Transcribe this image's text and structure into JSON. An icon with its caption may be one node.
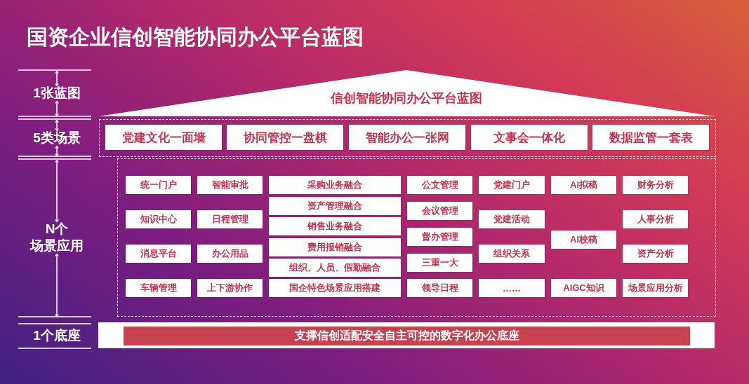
{
  "diagram": {
    "title": "国资企业信创智能协同办公平台蓝图",
    "nodes": [
      {
        "text": [
          "信创智能协同办公平台蓝图"
        ]
      },
      {
        "text": [],
        "shape": "box"
      },
      {
        "text": [
          "党建文化一面墙"
        ],
        "in": 1
      },
      {
        "text": [
          "协同管控一盘棋"
        ],
        "in": 1
      },
      {
        "text": [
          "智能办公一张网"
        ],
        "in": 1
      },
      {
        "text": [
          "文事会一体化"
        ],
        "in": 1
      },
      {
        "text": [
          "数据监管一套表"
        ],
        "in": 1
      },
      {
        "text": [],
        "shape": "box"
      },
      {
        "text": [
          "统一门户"
        ],
        "in": 7
      },
      {
        "text": [
          "知识中心"
        ],
        "in": 7
      },
      {
        "text": [
          "消息平台"
        ],
        "in": 7
      },
      {
        "text": [
          "车辆管理"
        ],
        "in": 7
      },
      {
        "text": [
          "智能审批"
        ],
        "in": 7
      },
      {
        "text": [
          "日程管理"
        ],
        "in": 7
      },
      {
        "text": [
          "办公用品"
        ],
        "in": 7
      },
      {
        "text": [
          "上下游协作"
        ],
        "in": 7
      },
      {
        "text": [
          "采购业务融合"
        ],
        "in": 7
      },
      {
        "text": [
          "资产管理融合"
        ],
        "in": 7
      },
      {
        "text": [
          "销售业务融合"
        ],
        "in": 7
      },
      {
        "text": [
          "费用报销融合"
        ],
        "in": 7
      },
      {
        "text": [
          "组织、人员、假勤融合"
        ],
        "in": 7
      },
      {
        "text": [
          "国企特色场景应用搭建"
        ],
        "in": 7
      },
      {
        "text": [
          "公文管理"
        ],
        "in": 7
      },
      {
        "text": [
          "会议管理"
        ],
        "in": 7
      },
      {
        "text": [
          "督办管理"
        ],
        "in": 7
      },
      {
        "text": [
          "三重一大"
        ],
        "in": 7
      },
      {
        "text": [
          "领导日程"
        ],
        "in": 7
      },
      {
        "text": [
          "党建门户"
        ],
        "in": 7
      },
      {
        "text": [
          "党建活动"
        ],
        "in": 7
      },
      {
        "text": [
          "组织关系"
        ],
        "in": 7
      },
      {
        "text": [
          "……"
        ],
        "in": 7
      },
      {
        "text": [
          "AI拟稿"
        ],
        "in": 7
      },
      {
        "text": [
          "AI校稿"
        ],
        "in": 7
      },
      {
        "text": [
          "AIGC知识"
        ],
        "in": 7
      },
      {
        "text": [
          "财务分析"
        ],
        "in": 7
      },
      {
        "text": [
          "人事分析"
        ],
        "in": 7
      },
      {
        "text": [
          "资产分析"
        ],
        "in": 7
      },
      {
        "text": [
          "场景应用分析"
        ],
        "in": 7
      },
      {
        "text": [],
        "shape": "bar"
      },
      {
        "text": [
          "支撑信创适配安全自主可控的数字化办公底座"
        ],
        "in": 38
      }
    ],
    "labels": [
      "1张蓝图",
      "5类场景",
      "N个场景应用",
      "1个底座"
    ]
  }
}
